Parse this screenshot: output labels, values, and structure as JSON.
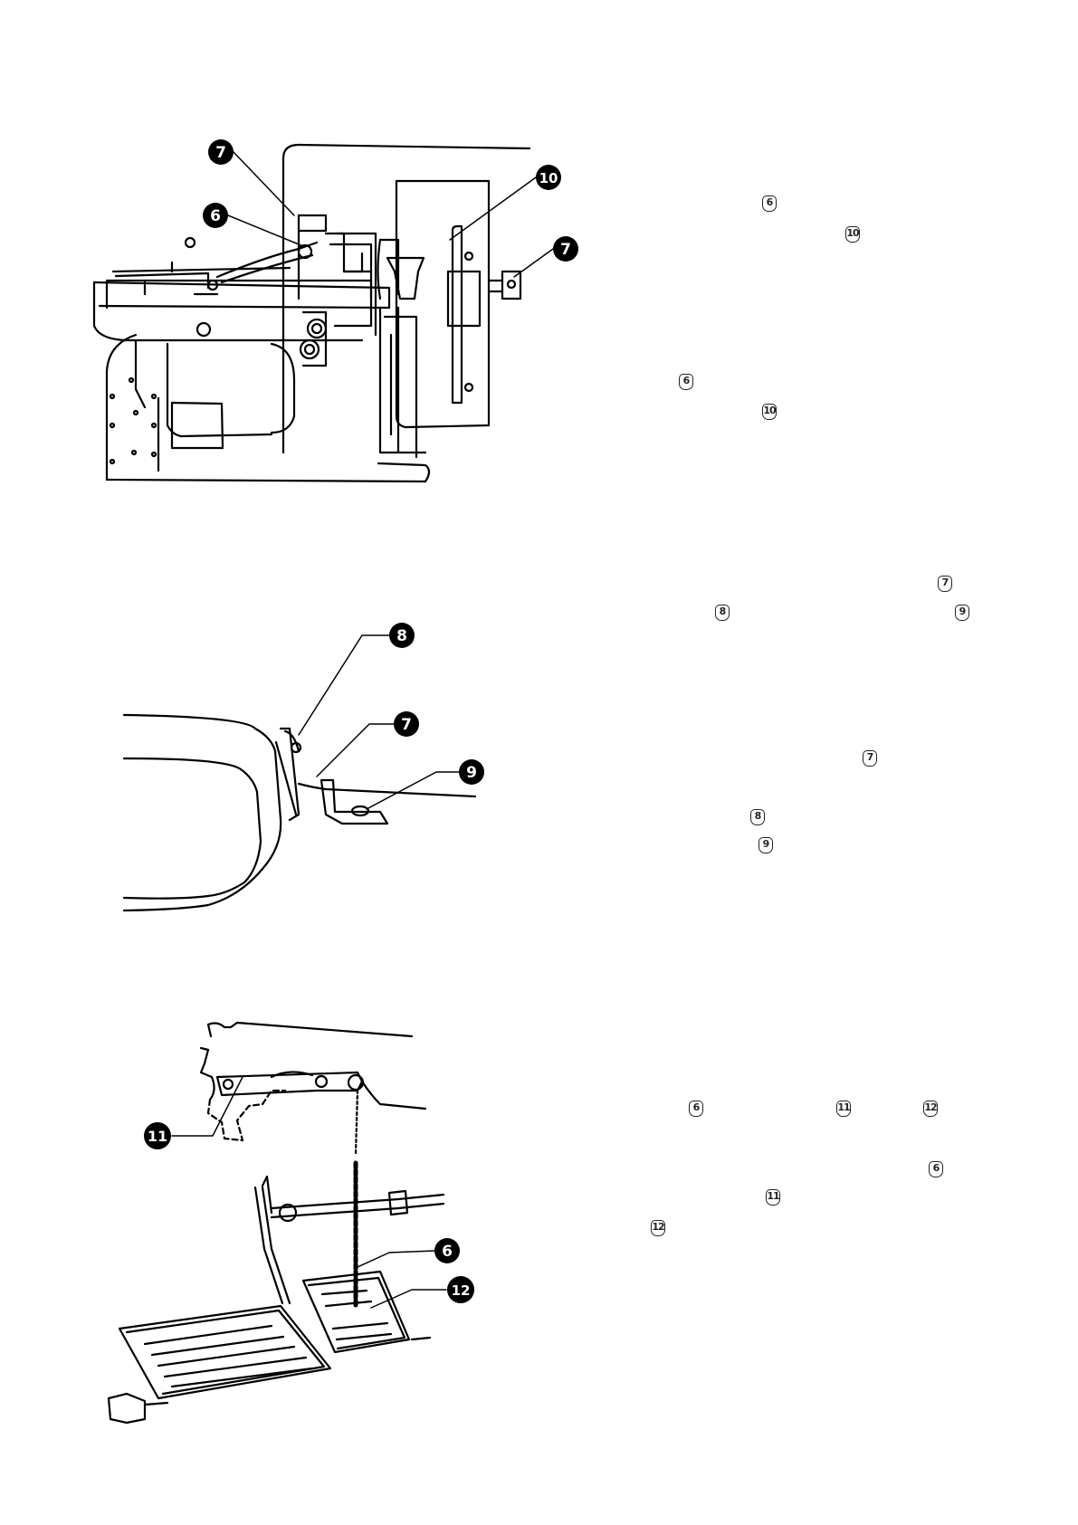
{
  "figures": {
    "fig1": {
      "callouts": [
        "7",
        "6",
        "10",
        "7"
      ]
    },
    "fig2": {
      "callouts": [
        "8",
        "7",
        "9"
      ]
    },
    "fig3": {
      "callouts": [
        "11",
        "6",
        "12"
      ]
    }
  },
  "inline_refs": [
    {
      "id": "ref-a",
      "label": "6"
    },
    {
      "id": "ref-b",
      "label": "10"
    },
    {
      "id": "ref-c",
      "label": "6"
    },
    {
      "id": "ref-d",
      "label": "10"
    },
    {
      "id": "ref-e",
      "label": "7"
    },
    {
      "id": "ref-f",
      "label": "8"
    },
    {
      "id": "ref-g",
      "label": "9"
    },
    {
      "id": "ref-h",
      "label": "7"
    },
    {
      "id": "ref-i",
      "label": "8"
    },
    {
      "id": "ref-j",
      "label": "9"
    },
    {
      "id": "ref-k",
      "label": "6"
    },
    {
      "id": "ref-l",
      "label": "11"
    },
    {
      "id": "ref-m",
      "label": "12"
    },
    {
      "id": "ref-n",
      "label": "6"
    },
    {
      "id": "ref-o",
      "label": "11"
    },
    {
      "id": "ref-p",
      "label": "12"
    }
  ]
}
